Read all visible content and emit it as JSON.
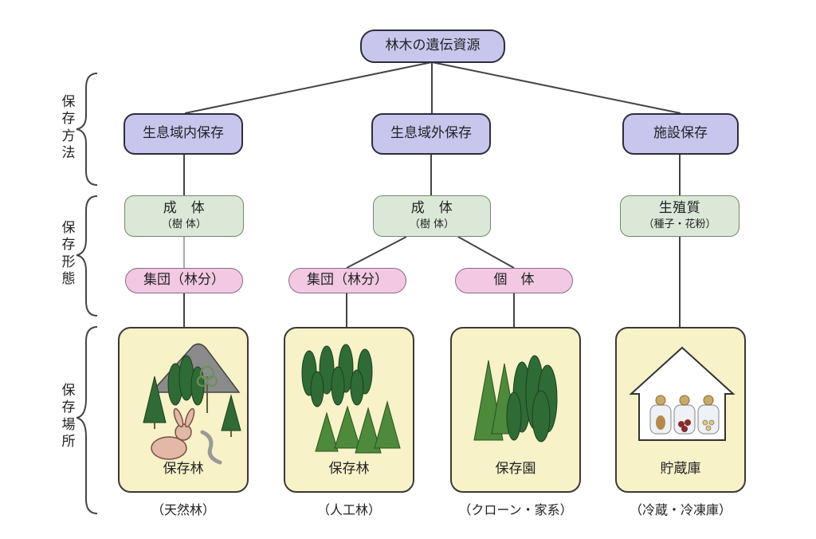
{
  "root": {
    "label": "林木の遺伝資源"
  },
  "side_labels": {
    "method": "保存方法",
    "form": "保存形態",
    "place": "保存場所"
  },
  "methods": [
    {
      "label": "生息域内保存"
    },
    {
      "label": "生息域外保存"
    },
    {
      "label": "施設保存"
    }
  ],
  "forms": [
    {
      "main": "成　体",
      "sub": "（樹 体）"
    },
    {
      "main": "成　体",
      "sub": "（樹 体）"
    },
    {
      "main": "生殖質",
      "sub": "（種子・花粉）"
    }
  ],
  "groups": [
    {
      "label": "集団（林分）"
    },
    {
      "label": "集団（林分）"
    },
    {
      "label": "個　体"
    }
  ],
  "places": [
    {
      "label": "保存林",
      "caption": "（天然林）",
      "icon": "natural-forest-illustration"
    },
    {
      "label": "保存林",
      "caption": "（人工林）",
      "icon": "planted-forest-illustration"
    },
    {
      "label": "保存園",
      "caption": "（クローン・家系）",
      "icon": "clone-orchard-illustration"
    },
    {
      "label": "貯蔵庫",
      "caption": "（冷蔵・冷凍庫）",
      "icon": "storage-house-illustration"
    }
  ],
  "colors": {
    "root_fill": "#c9c6ee",
    "method_fill": "#c9c6ee",
    "form_fill": "#dbe8d8",
    "group_fill": "#f2c8e2",
    "panel_fill": "#f7f2c8"
  }
}
